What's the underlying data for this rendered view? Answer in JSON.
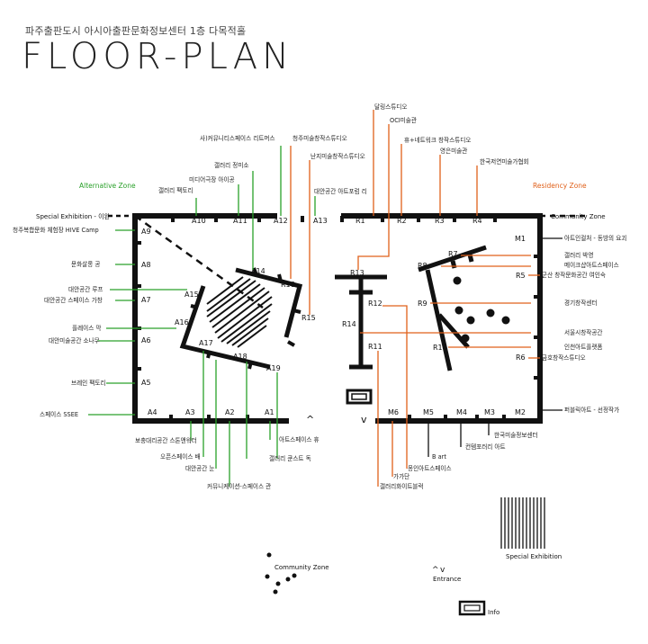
{
  "header": {
    "subtitle": "파주출판도시 아시아출판문화정보센터 1층 다목적홀",
    "title": "FLOOR-PLAN"
  },
  "colors": {
    "alt": "#2aa02a",
    "res": "#e0601a",
    "wall": "#111111",
    "text": "#222222"
  },
  "zones": {
    "alternative": "Alternative Zone",
    "residency": "Residency Zone",
    "special": "Special Exhibition - 이완",
    "community_top": "Community Zone",
    "community_legend": "Community Zone",
    "entrance": "Entrance",
    "info": "Info",
    "special_legend": "Special Exhibition"
  },
  "booths": {
    "A1": "A1",
    "A2": "A2",
    "A3": "A3",
    "A4": "A4",
    "A5": "A5",
    "A6": "A6",
    "A7": "A7",
    "A8": "A8",
    "A9": "A9",
    "A10": "A10",
    "A11": "A11",
    "A12": "A12",
    "A13": "A13",
    "A14": "A14",
    "A15": "A15",
    "A16": "A16",
    "A17": "A17",
    "A18": "A18",
    "A19": "A19",
    "R1": "R1",
    "R2": "R2",
    "R3": "R3",
    "R4": "R4",
    "R5": "R5",
    "R6": "R6",
    "R7": "R7",
    "R8": "R8",
    "R9": "R9",
    "R10": "R10",
    "R11": "R11",
    "R12": "R12",
    "R13": "R13",
    "R14": "R14",
    "R15": "R15",
    "R16": "R16",
    "M1": "M1",
    "M2": "M2",
    "M3": "M3",
    "M4": "M4",
    "M5": "M5",
    "M6": "M6"
  },
  "labels": {
    "a10": "갤러리 팩토리",
    "a11a": "미디어극장 아이공",
    "a11b": "갤러리 정미소",
    "a12": "사)커뮤니티스페이스 리트머스",
    "a13": "대안공간 아트포럼 리",
    "a9": "청주복합문화 체험장 HIVE Camp",
    "a8": "문화살롱 공",
    "a7a": "대안공간 루프",
    "a7b": "대안공간 스페이스 가창",
    "a6a": "플레이스 막",
    "a6b": "대안미술공간 소나무",
    "a5": "브레인 팩토리",
    "a4": "스페이스 SSEE",
    "a3": "보충대리공간 스톤앤워터",
    "a2a": "오픈스페이스 배",
    "a2b": "대안공간 눈",
    "a2c": "커뮤니케이션-스페이스 관",
    "a1a": "아트스페이스 휴",
    "a1b": "갤러리 쿤스트 독",
    "r16": "청주미술창작스튜디오",
    "r15": "난지미술창작스튜디오",
    "r1": "달링스튜디오",
    "r2": "OCI미술관",
    "r3a": "휴+네트워크 창작스튜디오",
    "r3b": "영은미술관",
    "r4": "한국저연미술가협회",
    "m1": "아트인컬처 - 동방의 요괴",
    "r7": "갤러리 박영",
    "r8": "메이크샵아트스페이스",
    "r5": "군산 창작문화공간 여인숙",
    "r9": "경기창작센터",
    "r14": "서울시창작공간",
    "r10": "인천아트플랫폼",
    "r6": "금호창작스튜디오",
    "m2": "퍼블릭아트 - 선정작가",
    "m3": "한국미술정보센터",
    "m4": "컨템포러리 아트",
    "m5": "B art",
    "r12": "몽인아트스페이스",
    "r11": "가가단",
    "m6": "갤러리화이트블럭"
  }
}
